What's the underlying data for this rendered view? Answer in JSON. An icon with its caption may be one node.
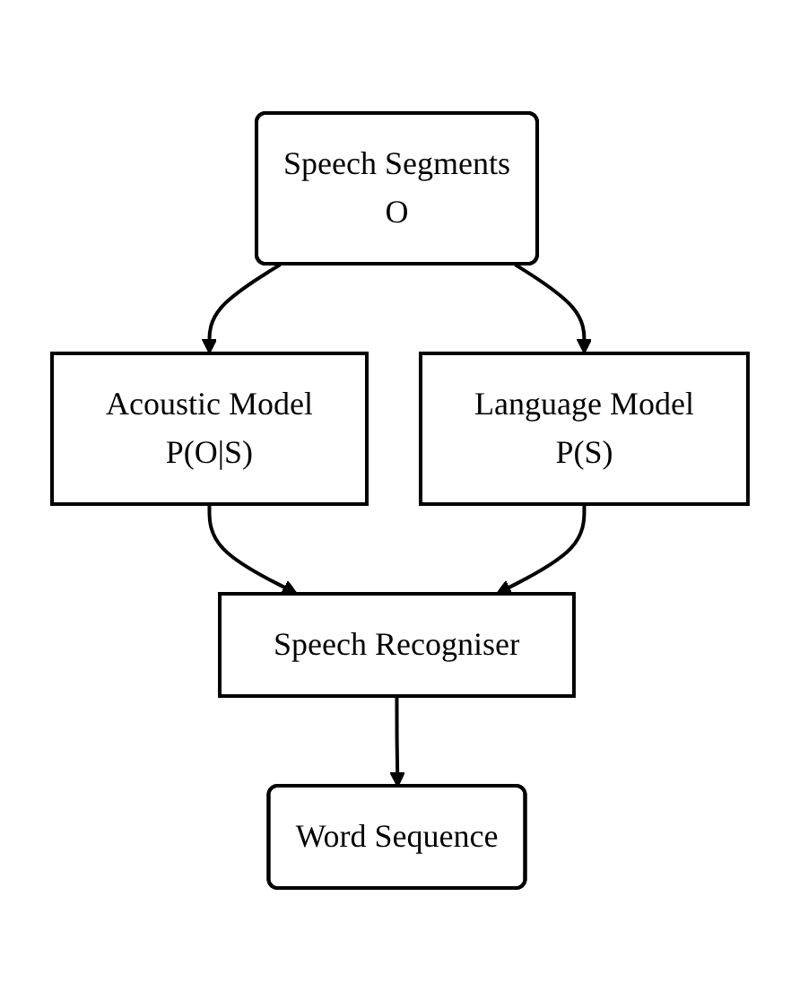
{
  "diagram": {
    "nodes": [
      {
        "text": [
          "Speech Segments",
          "O"
        ]
      },
      {
        "text": [
          "Acoustic Model",
          "P(O|S)"
        ]
      },
      {
        "text": [
          "Language Model",
          "P(S)"
        ]
      },
      {
        "text": [
          "Speech Recogniser"
        ]
      },
      {
        "text": [
          "Word Sequence"
        ]
      }
    ],
    "edges": [
      {
        "from": 0,
        "to": 1,
        "arrow": "to"
      },
      {
        "from": 0,
        "to": 2,
        "arrow": "to"
      },
      {
        "from": 1,
        "to": 3,
        "arrow": "to"
      },
      {
        "from": 2,
        "to": 3,
        "arrow": "to"
      },
      {
        "from": 3,
        "to": 4,
        "arrow": "to"
      }
    ]
  }
}
